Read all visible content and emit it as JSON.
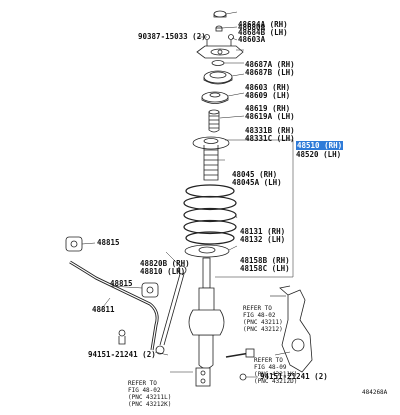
{
  "parts": {
    "p48684": [
      "48684A (RH)",
      "48684B (LH)"
    ],
    "p48680": "48680A",
    "p90387": "90387-15033 (2)",
    "p48603": "48603A",
    "p48687": [
      "48687A (RH)",
      "48687B (LH)"
    ],
    "p48603_48609": [
      "48603 (RH)",
      "48609 (LH)"
    ],
    "p48619": [
      "48619 (RH)",
      "48619A (LH)"
    ],
    "p48331": [
      "48331B (RH)",
      "48331C (LH)"
    ],
    "p48045": [
      "48045 (RH)",
      "48045A (LH)"
    ],
    "p48131": [
      "48131 (RH)",
      "48132 (LH)"
    ],
    "p48158": [
      "48158B (RH)",
      "48158C (LH)"
    ],
    "p48820": [
      "48820B (RH)",
      "48810 (LH)"
    ],
    "p48815a": "48815",
    "p48815b": "48815",
    "p48811": "48811",
    "p94151a": "94151-21241 (2)",
    "p94151b": "94151-21241 (2)",
    "p48510_hl": "48510 (RH)",
    "p48520": "48520 (LH)"
  },
  "refs": {
    "upper_right": [
      "REFER TO",
      "FIG 48-02",
      "(PNC 43211)",
      "(PNC 43212)"
    ],
    "mid_right": [
      "REFER TO",
      "FIG 48-09",
      "(PNC 43211K)",
      "(PNC 43212D)"
    ],
    "lower_left": [
      "REFER TO",
      "FIG 48-02",
      "(PNC 43211L)",
      "(PNC 43212K)"
    ]
  },
  "figure_code": "484268A"
}
